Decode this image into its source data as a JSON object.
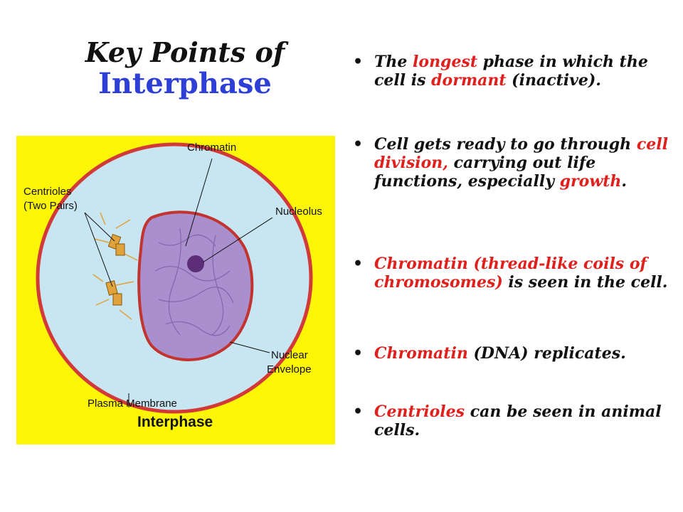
{
  "title": {
    "line1": "Key Points of",
    "line2": "Interphase"
  },
  "figure": {
    "labels": {
      "chromatin": "Chromatin",
      "centrioles_1": "Centrioles",
      "centrioles_2": "(Two Pairs)",
      "nucleolus": "Nucleolus",
      "nuclear_1": "Nuclear",
      "nuclear_2": "Envelope",
      "plasma": "Plasma Membrane",
      "caption": "Interphase"
    },
    "colors": {
      "background": "#fcf606",
      "cytoplasm": "#c7e6f2",
      "membrane": "#d23a3a",
      "nucleus": "#a98fcd",
      "nucleolus": "#5c2e78",
      "centriole": "#e0a23a"
    }
  },
  "bullets": [
    [
      {
        "t": "The "
      },
      {
        "t": "longest",
        "red": true
      },
      {
        "t": " phase in which the cell is "
      },
      {
        "t": "dormant",
        "red": true
      },
      {
        "t": " (inactive)."
      }
    ],
    [
      {
        "t": "Cell gets ready to go through "
      },
      {
        "t": "cell division,",
        "red": true
      },
      {
        "t": " carrying out life functions, especially "
      },
      {
        "t": "growth",
        "red": true
      },
      {
        "t": "."
      }
    ],
    [
      {
        "t": "Chromatin",
        "red": true
      },
      {
        "t": " (thread-like coils of chromosomes)",
        "red": true
      },
      {
        "t": " is seen in the cell."
      }
    ],
    [
      {
        "t": "Chromatin",
        "red": true
      },
      {
        "t": " (DNA) replicates."
      }
    ],
    [
      {
        "t": "Centrioles",
        "red": true
      },
      {
        "t": " can be seen in animal cells."
      }
    ]
  ]
}
